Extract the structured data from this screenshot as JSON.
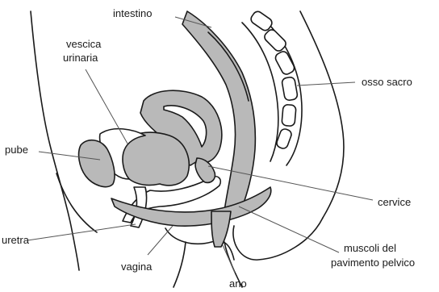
{
  "diagram": {
    "labels": {
      "intestino": "intestino",
      "vescica_line1": "vescica",
      "vescica_line2": "urinaria",
      "osso_sacro": "osso sacro",
      "pube": "pube",
      "cervice": "cervice",
      "uretra": "uretra",
      "muscoli_line1": "muscoli del",
      "muscoli_line2": "pavimento pelvico",
      "vagina": "vagina",
      "ano": "ano"
    },
    "colors": {
      "organ_fill": "#b9b9b9",
      "outline": "#1a1a1a",
      "background": "#ffffff"
    }
  }
}
